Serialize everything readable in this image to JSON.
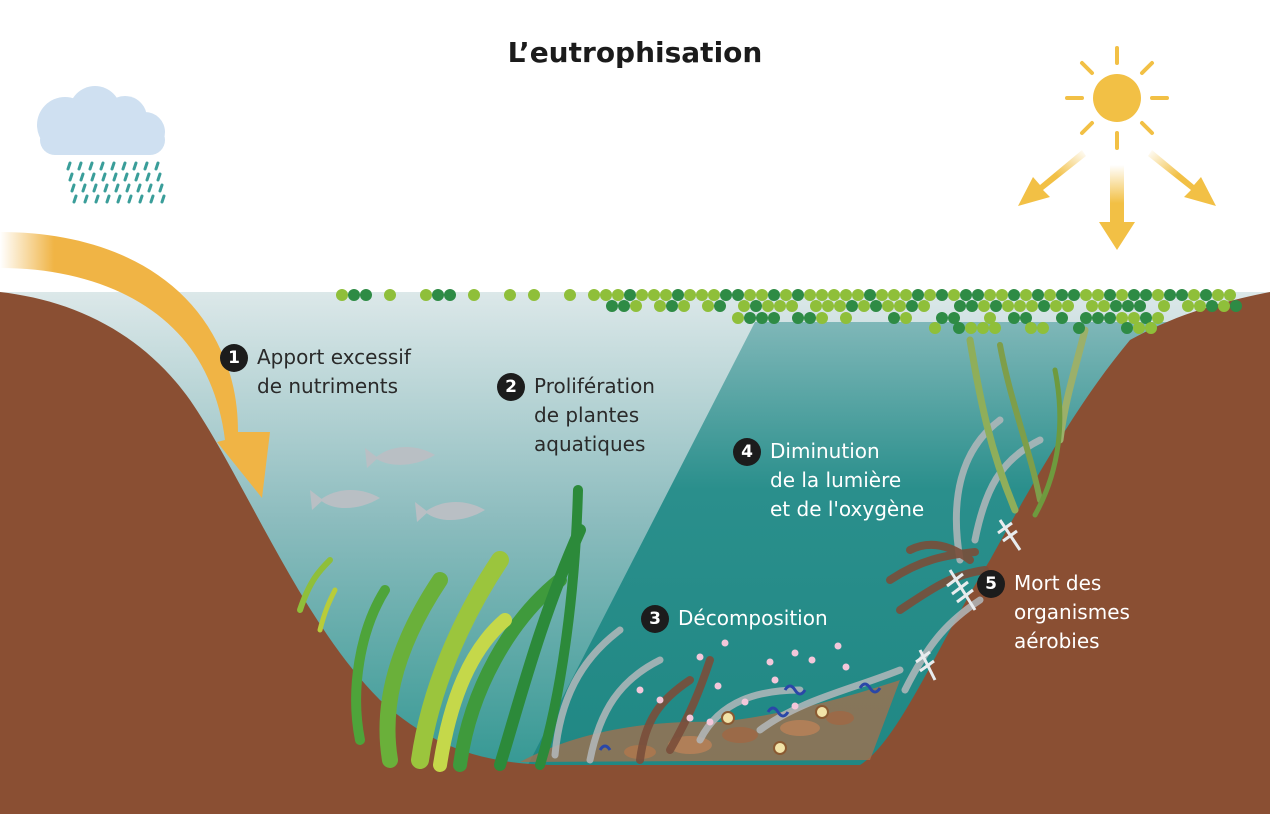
{
  "title": "L’eutrophisation",
  "steps": [
    {
      "num": "1",
      "lines": [
        "Apport excessif",
        "de nutriments"
      ]
    },
    {
      "num": "2",
      "lines": [
        "Prolifération",
        "de plantes",
        "aquatiques"
      ]
    },
    {
      "num": "3",
      "lines": [
        "Décomposition"
      ]
    },
    {
      "num": "4",
      "lines": [
        "Diminution",
        "de la lumière",
        "et de l'oxygène"
      ]
    },
    {
      "num": "5",
      "lines": [
        "Mort des",
        "organismes",
        "aérobies"
      ]
    }
  ],
  "colors": {
    "soil": "#8a4f33",
    "arrow": "#f0b445",
    "sun": "#f2c045",
    "cloud": "#cfe0f1",
    "rain": "#3a9e9a",
    "algae_light": "#8fbf3a",
    "algae_dark": "#2e8b45",
    "water_deep": "#1e8a86",
    "water_surface": "#d9e7e8",
    "fish": "#b9bfc4"
  },
  "icons": [
    "cloud-icon",
    "rain-icon",
    "sun-icon",
    "fish-icon",
    "fish-skeleton-icon",
    "seaweed-icon"
  ]
}
